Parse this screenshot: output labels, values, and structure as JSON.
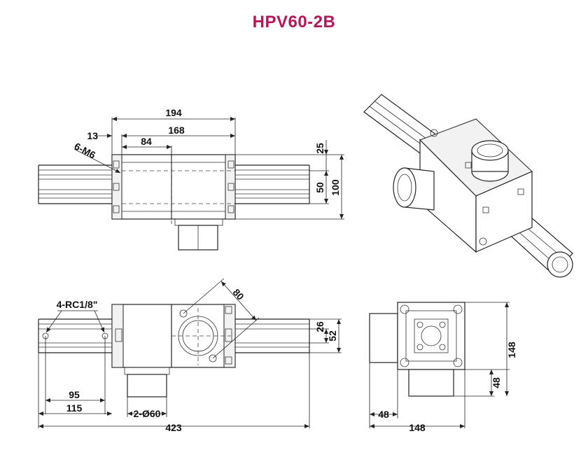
{
  "title": "HPV60-2B",
  "colors": {
    "title": "#b5175a",
    "line": "#222222",
    "background": "#ffffff"
  },
  "top_view": {
    "dims": {
      "overall_width": "194",
      "offset_left": "13",
      "body_width": "168",
      "half_width": "84",
      "thread_note": "6-M6",
      "top_offset": "25",
      "mid_height": "50",
      "total_height": "100"
    }
  },
  "front_view": {
    "dims": {
      "port_note": "4-RC1/8\"",
      "diagonal": "80",
      "rail_inner": "26",
      "rail_outer": "52",
      "port_spacing": "95",
      "port_to_body": "115",
      "port_dia": "2-Ø60",
      "overall_length": "423"
    }
  },
  "side_view": {
    "dims": {
      "height": "148",
      "port_height": "48",
      "port_offset": "48",
      "width": "148"
    }
  },
  "iso_view": {
    "label": "isometric view"
  }
}
